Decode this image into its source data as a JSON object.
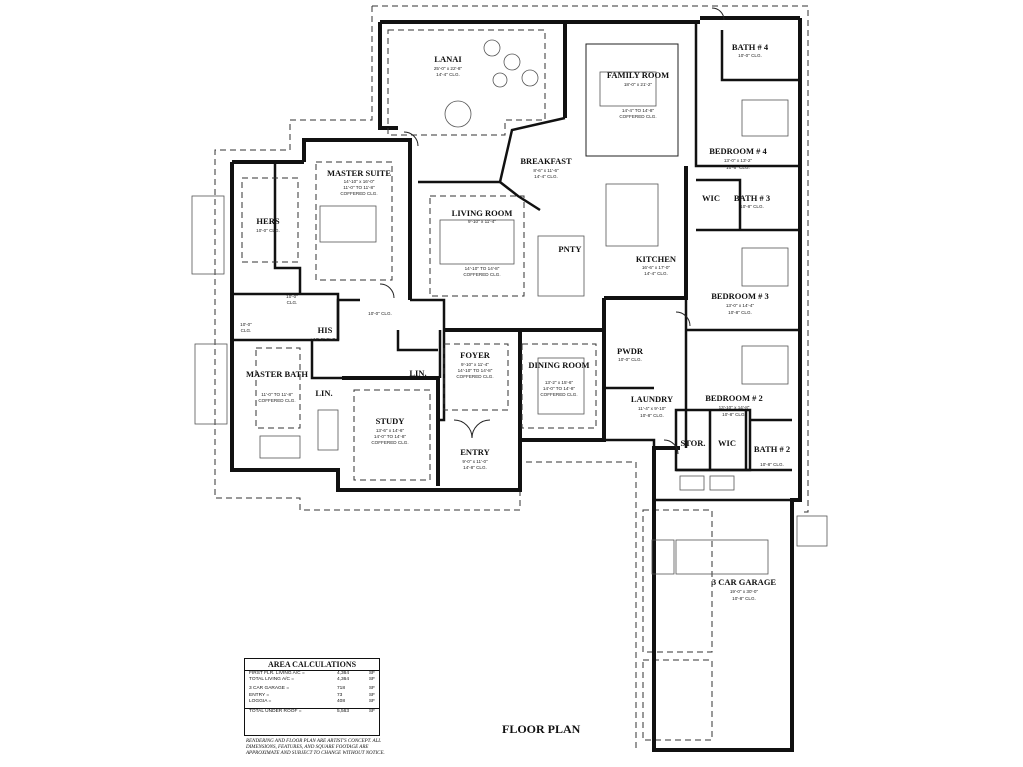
{
  "title": "FLOOR PLAN",
  "rooms": {
    "lanai": {
      "name": "LANAI",
      "dim": "25'-0\" x 22'-8\"",
      "extra": [
        "14'-4\" CLG."
      ]
    },
    "family_room": {
      "name": "FAMILY ROOM",
      "dim": "18'-0\" x 21'-2\"",
      "extra": [
        "14'-4\" TO 14'-8\"",
        "COFFERED CLG."
      ]
    },
    "bath4": {
      "name": "BATH # 4",
      "dim": "",
      "extra": [
        "10'-0\" CLG."
      ]
    },
    "bedroom4": {
      "name": "BEDROOM # 4",
      "dim": "13'-0\" x 13'-2\"",
      "extra": [
        "10'-8\" CLG."
      ]
    },
    "breakfast": {
      "name": "BREAKFAST",
      "dim": "8'-6\" x 11'-6\"",
      "extra": [
        "14'-4\" CLG."
      ]
    },
    "master_suite": {
      "name": "MASTER SUITE",
      "dim": "14'-10\" x 16'-0\"",
      "extra": [
        "11'-0\" TO 11'-8\"",
        "COFFERED CLG."
      ]
    },
    "hers": {
      "name": "HERS",
      "dim": "",
      "extra": [
        "10'-0\" CLG."
      ]
    },
    "living_room": {
      "name": "LIVING ROOM",
      "dim": "9'-10\" x 11'-4\"",
      "extra": [
        "14'-10\" TO 14'-8\"",
        "COFFERED CLG."
      ]
    },
    "pntry": {
      "name": "PNTY",
      "dim": "",
      "extra": []
    },
    "kitchen": {
      "name": "KITCHEN",
      "dim": "16'-6\" x 17'-0\"",
      "extra": [
        "14'-4\" CLG."
      ]
    },
    "wic_upper": {
      "name": "WIC",
      "dim": "",
      "extra": []
    },
    "bath3": {
      "name": "BATH # 3",
      "dim": "",
      "extra": [
        "10'-8\" CLG."
      ]
    },
    "bedroom3": {
      "name": "BEDROOM # 3",
      "dim": "13'-0\" x 14'-4\"",
      "extra": [
        "10'-8\" CLG."
      ]
    },
    "closet_hall": {
      "name": "",
      "dim": "",
      "extra": [
        "10'-0\"",
        "CLG."
      ]
    },
    "his": {
      "name": "HIS",
      "dim": "",
      "extra": [
        "10'-0\" CLG."
      ]
    },
    "wc": {
      "name": "",
      "dim": "",
      "extra": [
        "10'-0\"",
        "CLG."
      ]
    },
    "master_closet_clg": {
      "name": "",
      "dim": "",
      "extra": [
        "10'-0\" CLG."
      ]
    },
    "master_bath": {
      "name": "MASTER BATH",
      "dim": "",
      "extra": [
        "11'-0\" TO 11'-8\"",
        "COFFERED CLG."
      ]
    },
    "lin1": {
      "name": "LIN.",
      "dim": "",
      "extra": []
    },
    "lin2": {
      "name": "LIN.",
      "dim": "",
      "extra": []
    },
    "foyer": {
      "name": "FOYER",
      "dim": "9'-10\" x 11'-4\"",
      "extra": [
        "14'-10\" TO 14'-8\"",
        "COFFERED CLG."
      ]
    },
    "dining_room": {
      "name": "DINING ROOM",
      "dim": "13'-2\" x 15'-6\"",
      "extra": [
        "14'-0\" TO 14'-8\"",
        "COFFERED CLG."
      ]
    },
    "pwdr": {
      "name": "PWDR",
      "dim": "",
      "extra": [
        "10'-0\" CLG."
      ]
    },
    "laundry": {
      "name": "LAUNDRY",
      "dim": "11'-4\" x 9'-10\"",
      "extra": [
        "10'-8\" CLG."
      ]
    },
    "bedroom2": {
      "name": "BEDROOM # 2",
      "dim": "13'-10\" x 14'-8\"",
      "extra": [
        "10'-8\" CLG."
      ]
    },
    "study": {
      "name": "STUDY",
      "dim": "13'-6\" x 14'-6\"",
      "extra": [
        "14'-0\" TO 14'-8\"",
        "COFFERED CLG."
      ]
    },
    "entry": {
      "name": "ENTRY",
      "dim": "9'-0\" x 11'-0\"",
      "extra": [
        "14'-8\" CLG."
      ]
    },
    "stor": {
      "name": "STOR.",
      "dim": "",
      "extra": []
    },
    "wic_lower": {
      "name": "WIC",
      "dim": "",
      "extra": []
    },
    "bath2": {
      "name": "BATH # 2",
      "dim": "",
      "extra": [
        "10'-8\" CLG."
      ]
    },
    "garage": {
      "name": "3 CAR GARAGE",
      "dim": "19'-0\" x 30'-0\"",
      "extra": [
        "10'-8\" CLG."
      ]
    }
  },
  "area_calculations": {
    "title": "AREA CALCULATIONS",
    "rows": [
      {
        "label": "FIRST FLR. LIVING A/C =",
        "value": "4,364",
        "unit": "SF"
      },
      {
        "label": "TOTAL LIVING A/C =",
        "value": "4,364",
        "unit": "SF"
      },
      {
        "label": "3 CAR GARAGE =",
        "value": "718",
        "unit": "SF"
      },
      {
        "label": "ENTRY =",
        "value": "73",
        "unit": "SF"
      },
      {
        "label": "LOGGIA =",
        "value": "408",
        "unit": "SF"
      },
      {
        "label": "TOTAL UNDER ROOF =",
        "value": "5,563",
        "unit": "SF"
      }
    ]
  },
  "disclaimer": "RENDERING AND FLOOR PLAN ARE ARTIST'S CONCEPT. ALL DIMENSIONS, FEATURES, AND SQUARE FOOTAGE ARE APPROXIMATE AND SUBJECT TO CHANGE WITHOUT NOTICE."
}
